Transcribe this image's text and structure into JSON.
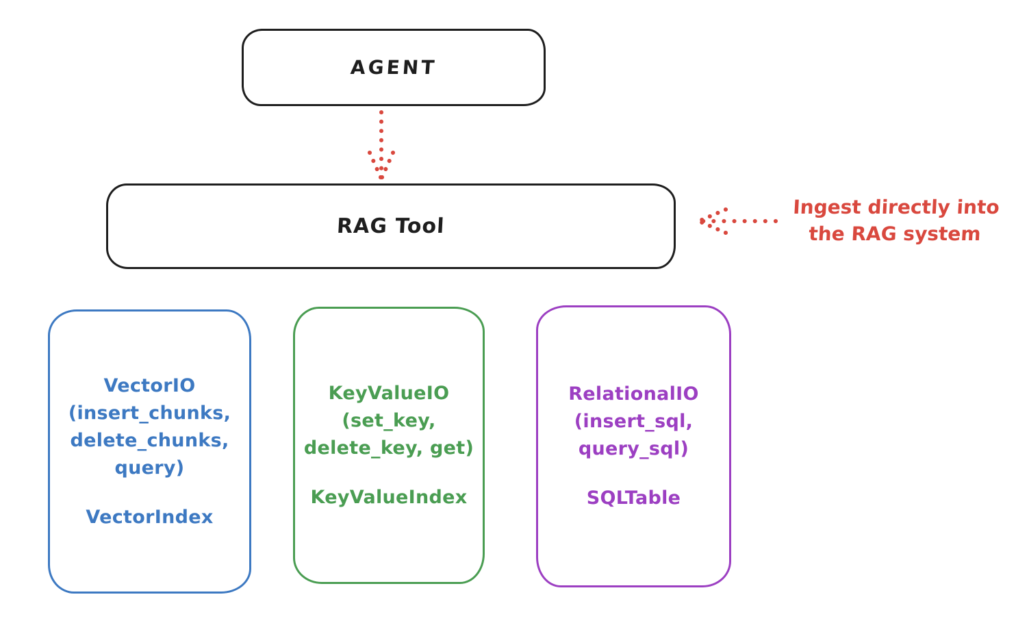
{
  "agent_box": {
    "label": "AGENT",
    "border_color": "#1e1e1e"
  },
  "rag_tool_box": {
    "label": "RAG Tool",
    "border_color": "#1e1e1e"
  },
  "arrows": {
    "agent_to_rag_tool": {
      "style": "dotted",
      "direction": "down",
      "color": "#d9483e"
    },
    "annotation_to_rag_tool": {
      "style": "dotted",
      "direction": "left",
      "color": "#d9483e"
    }
  },
  "annotation": {
    "line1": "Ingest directly into",
    "line2": "the RAG system",
    "color": "#d9483e"
  },
  "io_boxes": [
    {
      "id": "vector-io",
      "color": "#3d79c2",
      "title": "VectorIO",
      "params": [
        "(insert_chunks,",
        "delete_chunks,",
        "query)"
      ],
      "index_label": "VectorIndex"
    },
    {
      "id": "keyvalue-io",
      "color": "#4a9d52",
      "title": "KeyValueIO",
      "params": [
        "(set_key,",
        "delete_key, get)"
      ],
      "index_label": "KeyValueIndex"
    },
    {
      "id": "relational-io",
      "color": "#9c3fc2",
      "title": "RelationalIO",
      "params": [
        "(insert_sql,",
        "query_sql)"
      ],
      "index_label": "SQLTable"
    }
  ]
}
